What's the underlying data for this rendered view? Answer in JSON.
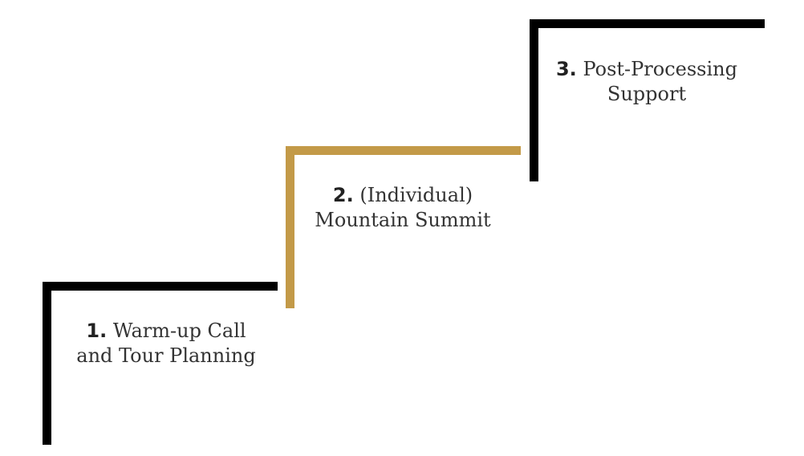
{
  "colors": {
    "primary_bar": "#000000",
    "highlight_bar": "#c39a48",
    "text": "#333333"
  },
  "steps": [
    {
      "number": "1.",
      "line1": "Warm-up Call",
      "line2": "and Tour Planning",
      "highlighted": false
    },
    {
      "number": "2.",
      "line1": "(Individual)",
      "line2": "Mountain Summit",
      "highlighted": true
    },
    {
      "number": "3.",
      "line1": "Post-Processing",
      "line2": "Support",
      "highlighted": false
    }
  ]
}
